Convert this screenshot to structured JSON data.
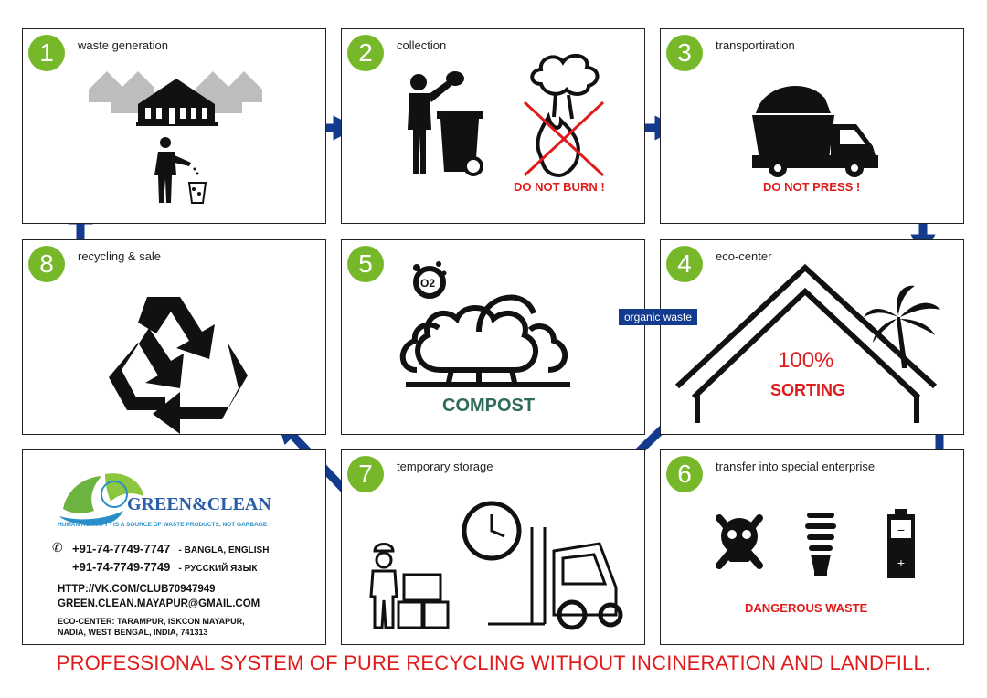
{
  "steps": [
    {
      "num": "1",
      "title": "waste generation"
    },
    {
      "num": "2",
      "title": "collection",
      "warning": "DO NOT BURN !"
    },
    {
      "num": "3",
      "title": "transportiration",
      "warning": "DO NOT PRESS !"
    },
    {
      "num": "4",
      "title": "eco-center",
      "line1": "100%",
      "line2": "SORTING"
    },
    {
      "num": "5",
      "title": "",
      "label": "COMPOST",
      "o2": "O2"
    },
    {
      "num": "6",
      "title": "transfer into special enterprise",
      "warning": "DANGEROUS WASTE"
    },
    {
      "num": "7",
      "title": "temporary storage"
    },
    {
      "num": "8",
      "title": "recycling & sale"
    }
  ],
  "arrow_label": "organic waste",
  "contact": {
    "brand": "GREEN&CLEAN",
    "tagline": "HUMAN ACTIVITY - IS A SOURCE OF WASTE PRODUCTS, NOT GARBAGE",
    "phone1": "+91-74-7749-7747",
    "phone1_lang": "- BANGLA, ENGLISH",
    "phone2": "+91-74-7749-7749",
    "phone2_lang": "- РУССКИЙ ЯЗЫК",
    "url": "HTTP://VK.COM/CLUB70947949",
    "email": "GREEN.CLEAN.MAYAPUR@GMAIL.COM",
    "address1": "ECO-CENTER: TARAMPUR, ISKCON MAYAPUR,",
    "address2": "NADIA, WEST BENGAL, INDIA, 741313"
  },
  "footer": "PROFESSIONAL SYSTEM OF PURE RECYCLING WITHOUT INCINERATION AND LANDFILL.",
  "colors": {
    "step_number": "#76b82a",
    "arrow": "#133a8c",
    "warning": "#e01b1b",
    "compost": "#2f6b5a"
  }
}
